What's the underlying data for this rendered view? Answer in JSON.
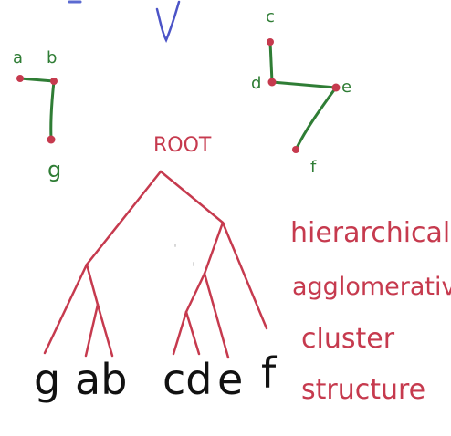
{
  "left_cluster": {
    "node_a": "a",
    "node_b": "b",
    "node_g": "g"
  },
  "right_cluster": {
    "node_c": "c",
    "node_d": "d",
    "node_e": "e",
    "node_f": "f"
  },
  "tree": {
    "root_label": "ROOT",
    "leaf_labels": {
      "g": "g",
      "ab": "ab",
      "cd": "cd",
      "e": "e",
      "f": "f"
    }
  },
  "caption": {
    "line1": "hierarchical",
    "line2": "agglomerative",
    "line3": "cluster",
    "line4": "structure"
  },
  "colors": {
    "green": "#2f7d35",
    "red": "#c63a4e",
    "black": "#111111",
    "blue": "#4c54c7"
  }
}
